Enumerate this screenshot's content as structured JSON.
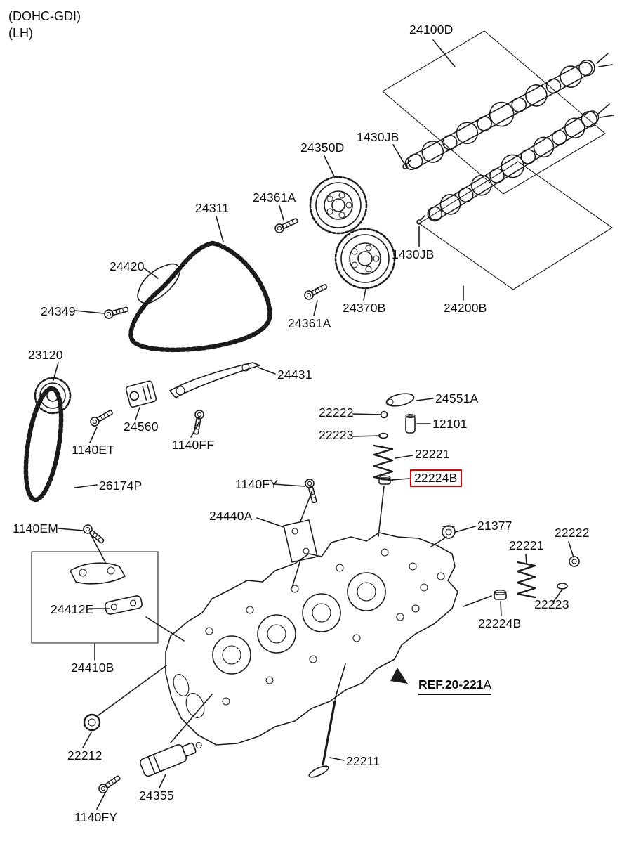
{
  "header": {
    "system": "(DOHC-GDI)",
    "side": "(LH)"
  },
  "colors": {
    "highlight": "#dd0000",
    "ink": "#1b1b1b",
    "background": "#ffffff"
  },
  "ref": {
    "main": "REF.20-221",
    "suffix": "A"
  },
  "labels": {
    "p24100D": "24100D",
    "p1430JB_top": "1430JB",
    "p24350D": "24350D",
    "p24361A_top": "24361A",
    "p24311": "24311",
    "p24420": "24420",
    "p24349": "24349",
    "p1430JB_mid": "1430JB",
    "p24370B": "24370B",
    "p24361A_mid": "24361A",
    "p24200B": "24200B",
    "p23120": "23120",
    "p24431": "24431",
    "p24551A": "24551A",
    "p22222_l": "22222",
    "p12101": "12101",
    "p22223_l": "22223",
    "p22221_l": "22221",
    "p22224B_sel": "22224B",
    "p24560": "24560",
    "p1140ET": "1140ET",
    "p1140FF": "1140FF",
    "p26174P": "26174P",
    "p1140FY_mid": "1140FY",
    "p24440A": "24440A",
    "p1140EM": "1140EM",
    "p21377": "21377",
    "p22221_r": "22221",
    "p22222_r": "22222",
    "p22223_r": "22223",
    "p24412E": "24412E",
    "p22224B_r": "22224B",
    "p24410B": "24410B",
    "p22212": "22212",
    "p22211": "22211",
    "p24355": "24355",
    "p1140FY_bot": "1140FY"
  }
}
